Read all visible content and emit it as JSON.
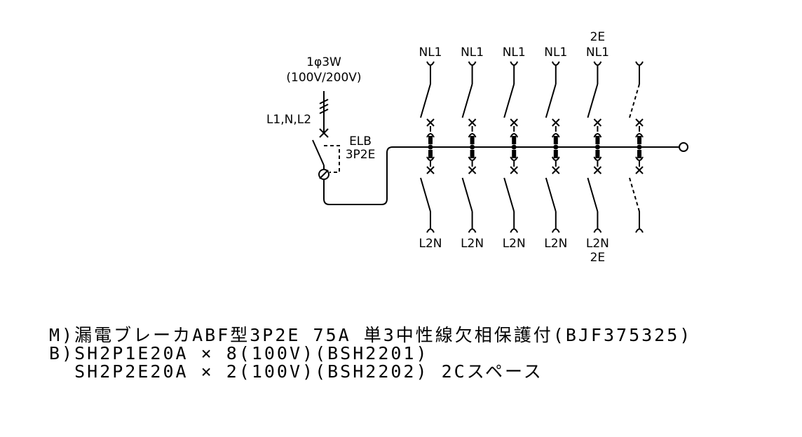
{
  "supply": {
    "phase": "1φ3W",
    "voltage": "(100V/200V)",
    "lines": "L1,N,L2"
  },
  "main_breaker": {
    "type": "ELB",
    "poles": "3P2E"
  },
  "circuits": [
    {
      "top": "NL1",
      "top_extra": "",
      "bottom": "L2N",
      "bottom_extra": "",
      "spare": false
    },
    {
      "top": "NL1",
      "top_extra": "",
      "bottom": "L2N",
      "bottom_extra": "",
      "spare": false
    },
    {
      "top": "NL1",
      "top_extra": "",
      "bottom": "L2N",
      "bottom_extra": "",
      "spare": false
    },
    {
      "top": "NL1",
      "top_extra": "",
      "bottom": "L2N",
      "bottom_extra": "",
      "spare": false
    },
    {
      "top": "NL1",
      "top_extra": "2E",
      "bottom": "L2N",
      "bottom_extra": "2E",
      "spare": false
    },
    {
      "top": "",
      "top_extra": "",
      "bottom": "",
      "bottom_extra": "",
      "spare": true
    }
  ],
  "spec": {
    "line1": "M)漏電ブレーカABF型3P2E 75A 単3中性線欠相保護付(BJF375325)",
    "line2": "B)SH2P1E20A × 8(100V)(BSH2201)",
    "line3": "  SH2P2E20A × 2(100V)(BSH2202) 2Cスペース"
  }
}
